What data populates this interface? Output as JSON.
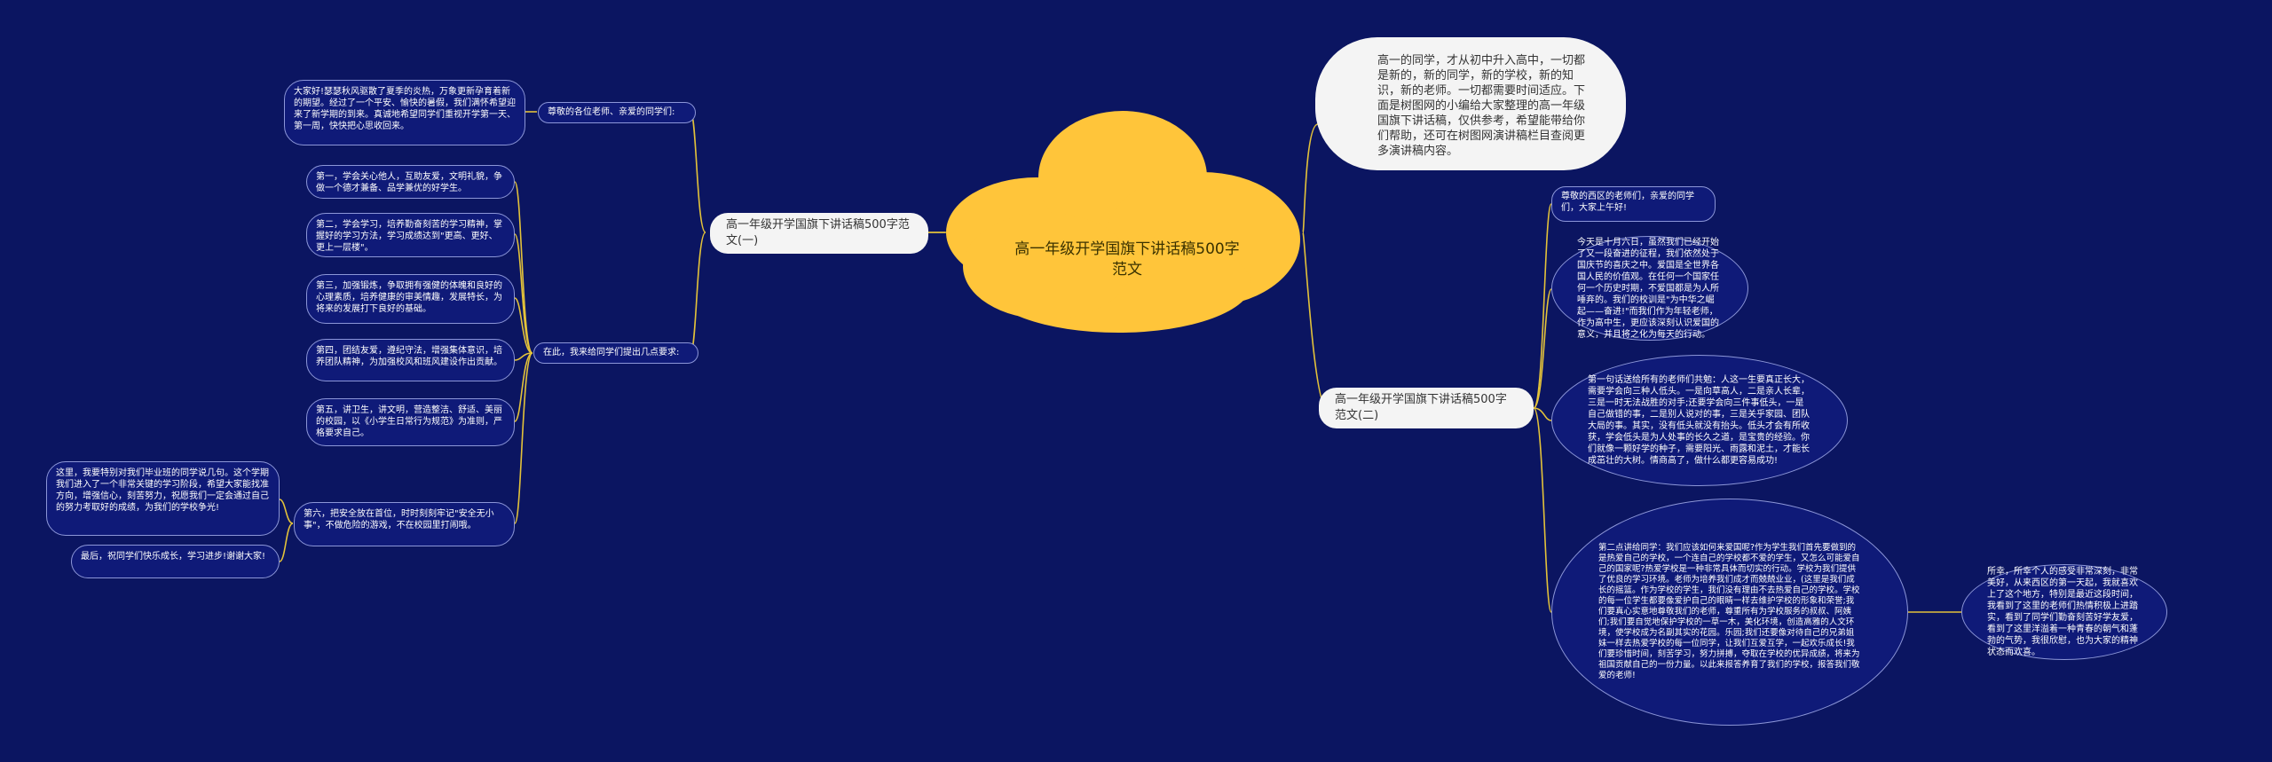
{
  "center": {
    "title": "高一年级开学国旗下讲话稿500字范文"
  },
  "intro": "高一的同学，才从初中升入高中，一切都是新的，新的同学，新的学校，新的知识，新的老师。一切都需要时间适应。下面是树图网的小编给大家整理的高一年级国旗下讲话稿，仅供参考，希望能带给你们帮助，还可在树图网演讲稿栏目查阅更多演讲稿内容。",
  "branch1": {
    "label": "高一年级开学国旗下讲话稿500字范文(一)",
    "greeting": "尊敬的各位老师、亲爱的同学们:",
    "greeting_detail": "大家好!瑟瑟秋风驱散了夏季的炎热，万象更新孕育着新的期望。经过了一个平安、愉快的暑假，我们满怀希望迎来了新学期的到来。真诚地希望同学们重视开学第一天、第一周，快快把心思收回来。",
    "requirements_label": "在此，我来给同学们提出几点要求:",
    "requirements": [
      "第一，学会关心他人，互助友爱，文明礼貌，争做一个德才兼备、品学兼优的好学生。",
      "第二，学会学习，培养勤奋刻苦的学习精神，掌握好的学习方法，学习成绩达到\"更高、更好、更上一层楼\"。",
      "第三，加强锻炼，争取拥有强健的体魄和良好的心理素质，培养健康的审美情趣，发展特长，为将来的发展打下良好的基础。",
      "第四，团结友爱，遵纪守法，增强集体意识，培养团队精神，为加强校风和班风建设作出贡献。",
      "第五，讲卫生，讲文明，营造整洁、舒适、美丽的校园，以《小学生日常行为规范》为准则，严格要求自己。",
      "第六，把安全放在首位，时时刻刻牢记\"安全无小事\"，不做危险的游戏，不在校园里打闹哦。"
    ],
    "safety_detail": "这里，我要特别对我们毕业班的同学说几句。这个学期我们进入了一个非常关键的学习阶段，希望大家能找准方向，增强信心，刻苦努力，祝愿我们一定会通过自己的努力考取好的成绩，为我们的学校争光!",
    "closing": "最后，祝同学们快乐成长，学习进步!谢谢大家!"
  },
  "branch2": {
    "label": "高一年级开学国旗下讲话稿500字范文(二)",
    "greeting": "尊敬的西区的老师们，亲爱的同学们，大家上午好!",
    "p1": "今天是十月六日，虽然我们已经开始了又一段奋进的征程，我们依然处于国庆节的喜庆之中。爱国是全世界各国人民的价值观。在任何一个国家任何一个历史时期，不爱国都是为人所唾弃的。我们的校训是\"为中华之崛起——奋进!\"而我们作为年轻老师，作为高中生，更应该深刻认识爱国的意义，并且将之化为每天的行动。",
    "p2": "第一句话送给所有的老师们共勉：人这一生要真正长大，需要学会向三种人低头。一是向草高人，二是亲人长辈，三是一时无法战胜的对手;还要学会向三件事低头，一是自己做错的事，二是别人说对的事，三是关乎家园、团队大局的事。其实，没有低头就没有抬头。低头才会有所收获，学会低头是为人处事的长久之道，是宝贵的经验。你们就像一颗好学的种子，需要阳光、雨露和泥土，才能长成茁壮的大树。情商高了，做什么都更容易成功!",
    "p3": "第二点讲给同学：我们应该如何来爱国呢?作为学生我们首先要做到的是热爱自己的学校，一个连自己的学校都不爱的学生，又怎么可能爱自己的国家呢?热爱学校是一种非常具体而切实的行动。学校为我们提供了优良的学习环境。老师为培养我们成才而兢兢业业，(这里是我们成长的摇篮。作为学校的学生，我们没有理由不去热爱自己的学校。学校的每一位学生都要像爱护自己的眼睛一样去维护学校的形象和荣誉;我们要真心实意地尊敬我们的老师，尊重所有为学校服务的叔叔、阿姨们;我们要自觉地保护学校的一草一木，美化环境，创造高雅的人文环境，使学校成为名副其实的花园。乐园;我们还要像对待自己的兄弟姐妹一样去热爱学校的每一位同学，让我们互爱互学，一起欢乐成长!我们要珍惜时间，刻苦学习，努力拼搏，夺取在学校的优异成绩，将来为祖国贡献自己的一份力量。以此来报答养育了我们的学校，报答我们敬爱的老师!",
    "closing": "所幸，所幸个人的感受非常深刻，非常美好，从来西区的第一天起，我就喜欢上了这个地方，特别是最近这段时间，我看到了这里的老师们热情积极上进踏实，看到了同学们勤奋刻苦好学友爱，看到了这里洋溢着一种青春的朝气和蓬勃的气势，我很欣慰，也为大家的精神状态而欢喜。"
  }
}
